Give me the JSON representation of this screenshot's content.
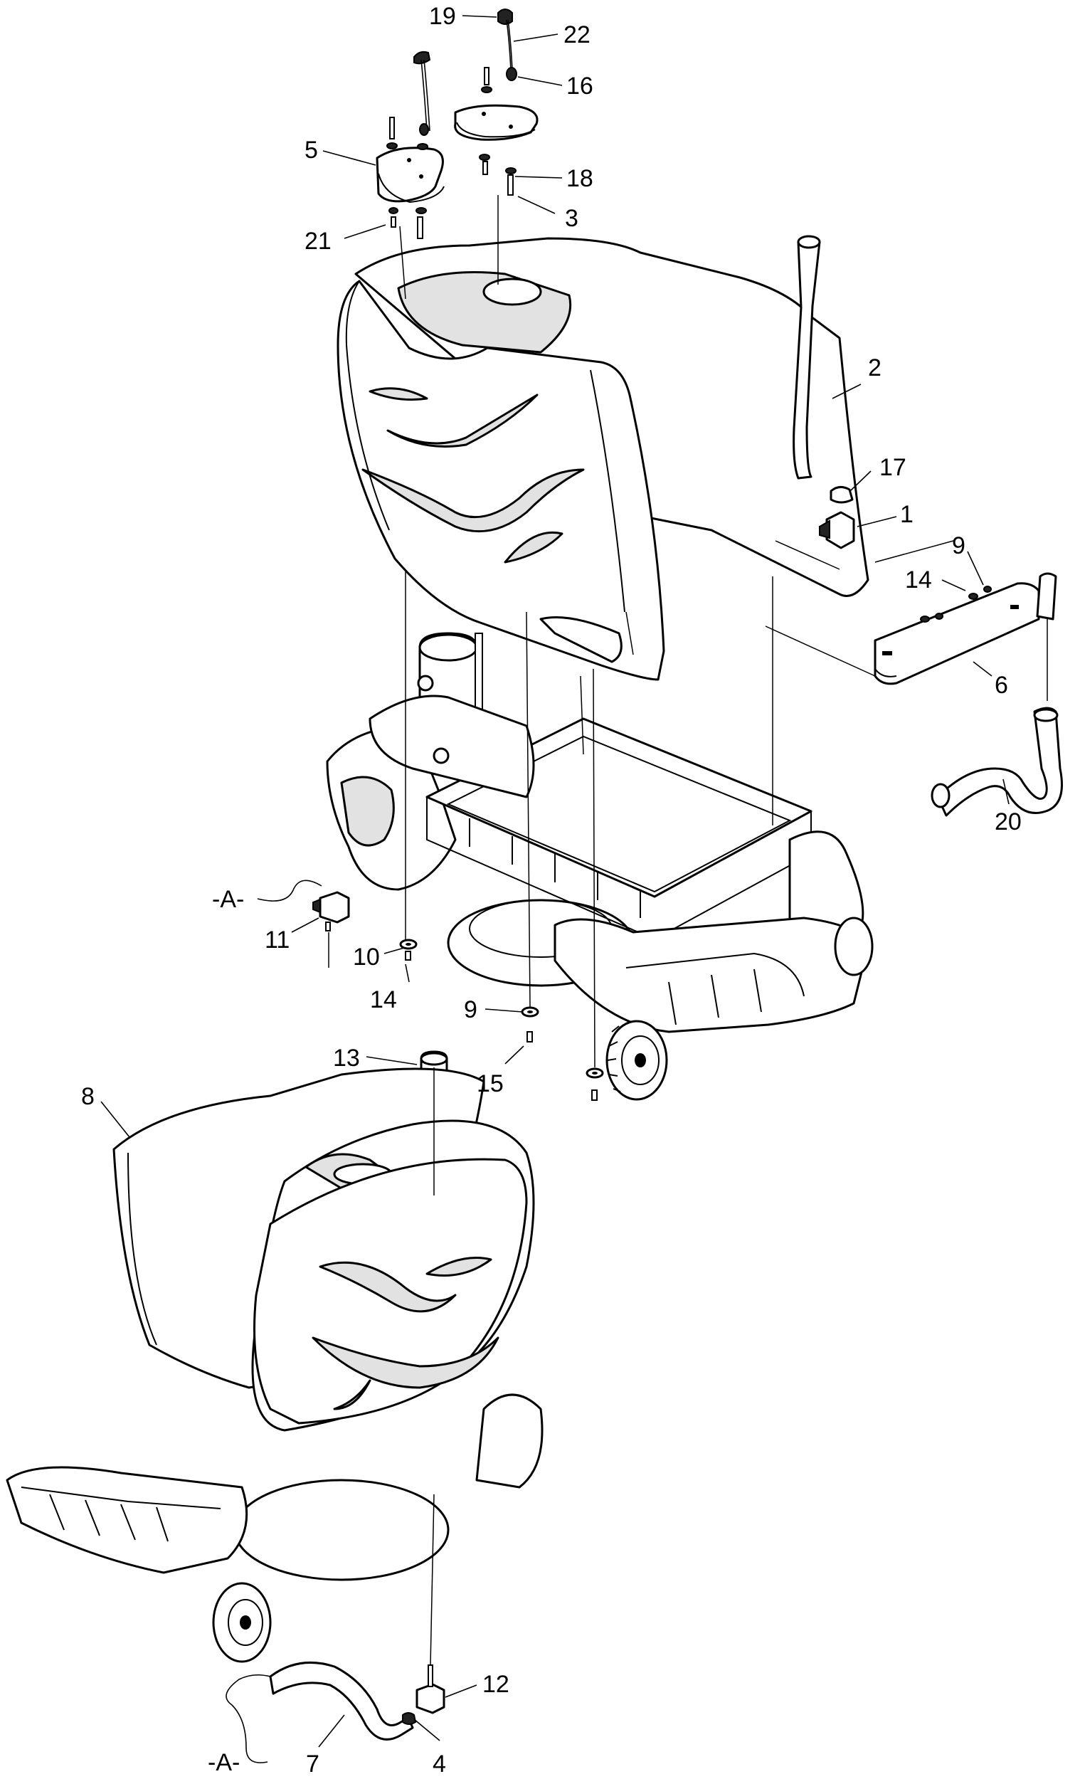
{
  "diagram": {
    "callouts": [
      {
        "key": "c19",
        "text": "19"
      },
      {
        "key": "c22",
        "text": "22"
      },
      {
        "key": "c16",
        "text": "16"
      },
      {
        "key": "c5",
        "text": "5"
      },
      {
        "key": "c18",
        "text": "18"
      },
      {
        "key": "c3",
        "text": "3"
      },
      {
        "key": "c21",
        "text": "21"
      },
      {
        "key": "c2",
        "text": "2"
      },
      {
        "key": "c17",
        "text": "17"
      },
      {
        "key": "c1",
        "text": "1"
      },
      {
        "key": "c9a",
        "text": "9"
      },
      {
        "key": "c14a",
        "text": "14"
      },
      {
        "key": "c6",
        "text": "6"
      },
      {
        "key": "c20",
        "text": "20"
      },
      {
        "key": "cA1",
        "text": "-A-"
      },
      {
        "key": "c11",
        "text": "11"
      },
      {
        "key": "c10",
        "text": "10"
      },
      {
        "key": "c14b",
        "text": "14"
      },
      {
        "key": "c9b",
        "text": "9"
      },
      {
        "key": "c13",
        "text": "13"
      },
      {
        "key": "c15",
        "text": "15"
      },
      {
        "key": "c8",
        "text": "8"
      },
      {
        "key": "c12",
        "text": "12"
      },
      {
        "key": "cA2",
        "text": "-A-"
      },
      {
        "key": "c7",
        "text": "7"
      },
      {
        "key": "c4",
        "text": "4"
      }
    ]
  }
}
